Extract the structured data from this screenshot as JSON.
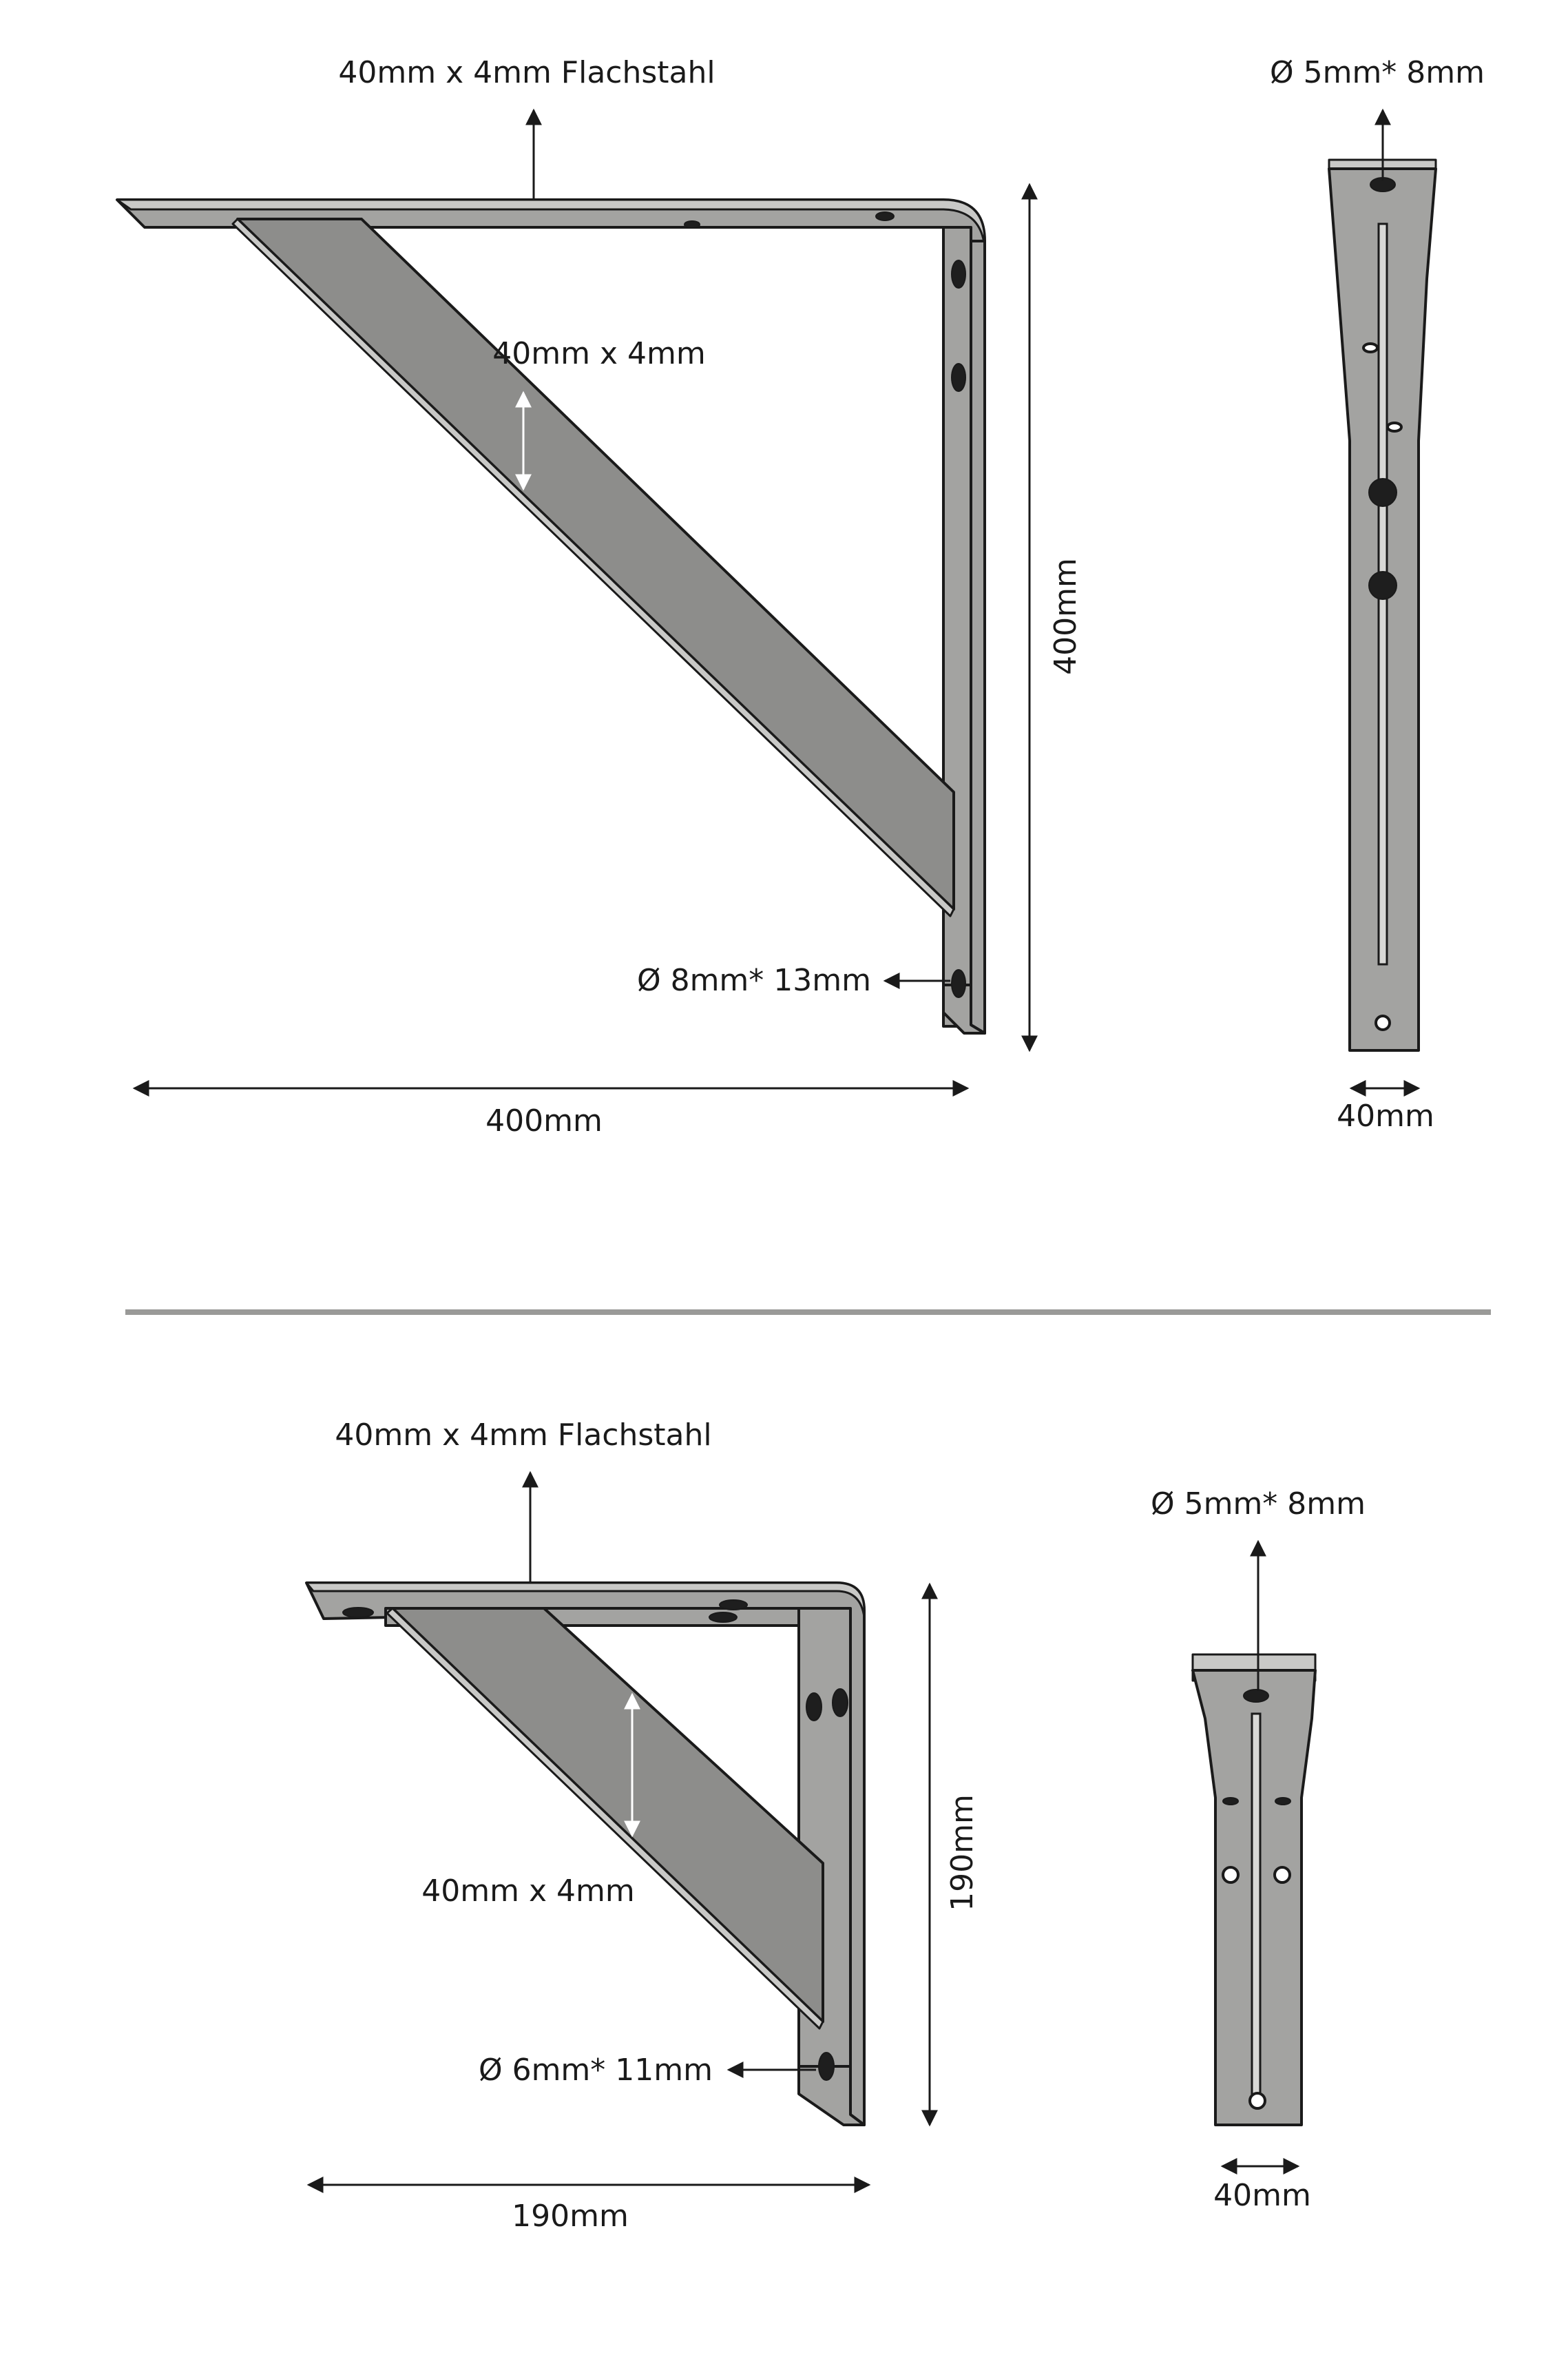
{
  "large": {
    "top_label": "40mm x 4mm Flachstahl",
    "strut_label": "40mm x 4mm",
    "height_label": "400mm",
    "width_label": "400mm",
    "hole_label": "Ø 8mm* 13mm",
    "side_hole_label": "Ø 5mm* 8mm",
    "side_width_label": "40mm"
  },
  "small": {
    "top_label": "40mm x 4mm Flachstahl",
    "strut_label": "40mm x 4mm",
    "height_label": "190mm",
    "width_label": "190mm",
    "hole_label": "Ø 6mm* 11mm",
    "side_hole_label": "Ø 5mm* 8mm",
    "side_width_label": "40mm"
  },
  "colors": {
    "steel": "#a3a3a1",
    "divider": "#9a9a98",
    "line": "#1a1a1a"
  }
}
